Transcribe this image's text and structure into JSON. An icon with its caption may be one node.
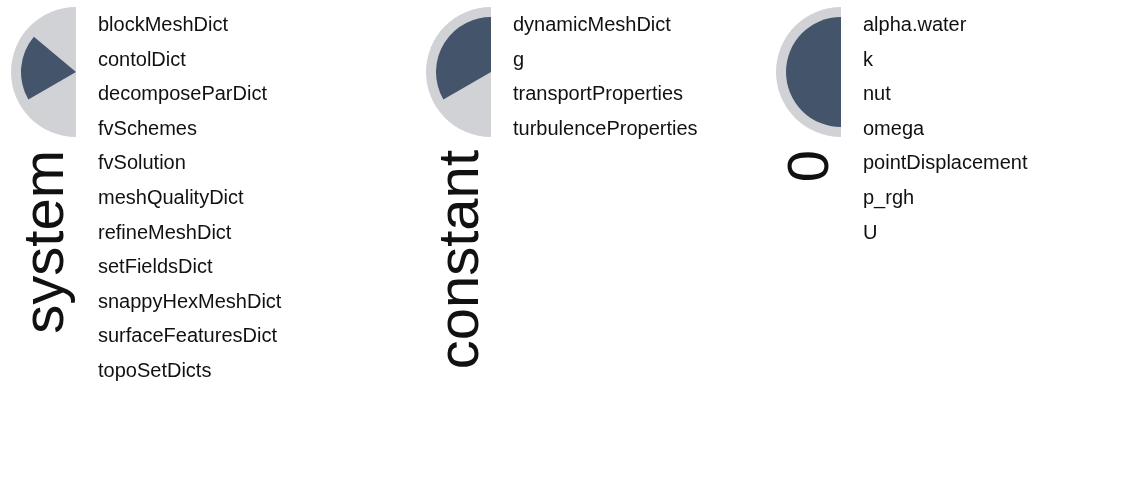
{
  "diagram": {
    "labels": [
      "system",
      "blockMeshDict",
      "contolDict",
      "decomposeParDict",
      "fvSchemes",
      "fvSolution",
      "meshQualityDict",
      "refineMeshDict",
      "setFieldsDict",
      "snappyHexMeshDict",
      "surfaceFeaturesDict",
      "topoSetDicts",
      "constant",
      "dynamicMeshDict",
      "g",
      "transportProperties",
      "turbulenceProperties",
      "0",
      "alpha.water",
      "k",
      "nut",
      "omega",
      "pointDisplacement",
      "p_rgh",
      "U"
    ]
  }
}
